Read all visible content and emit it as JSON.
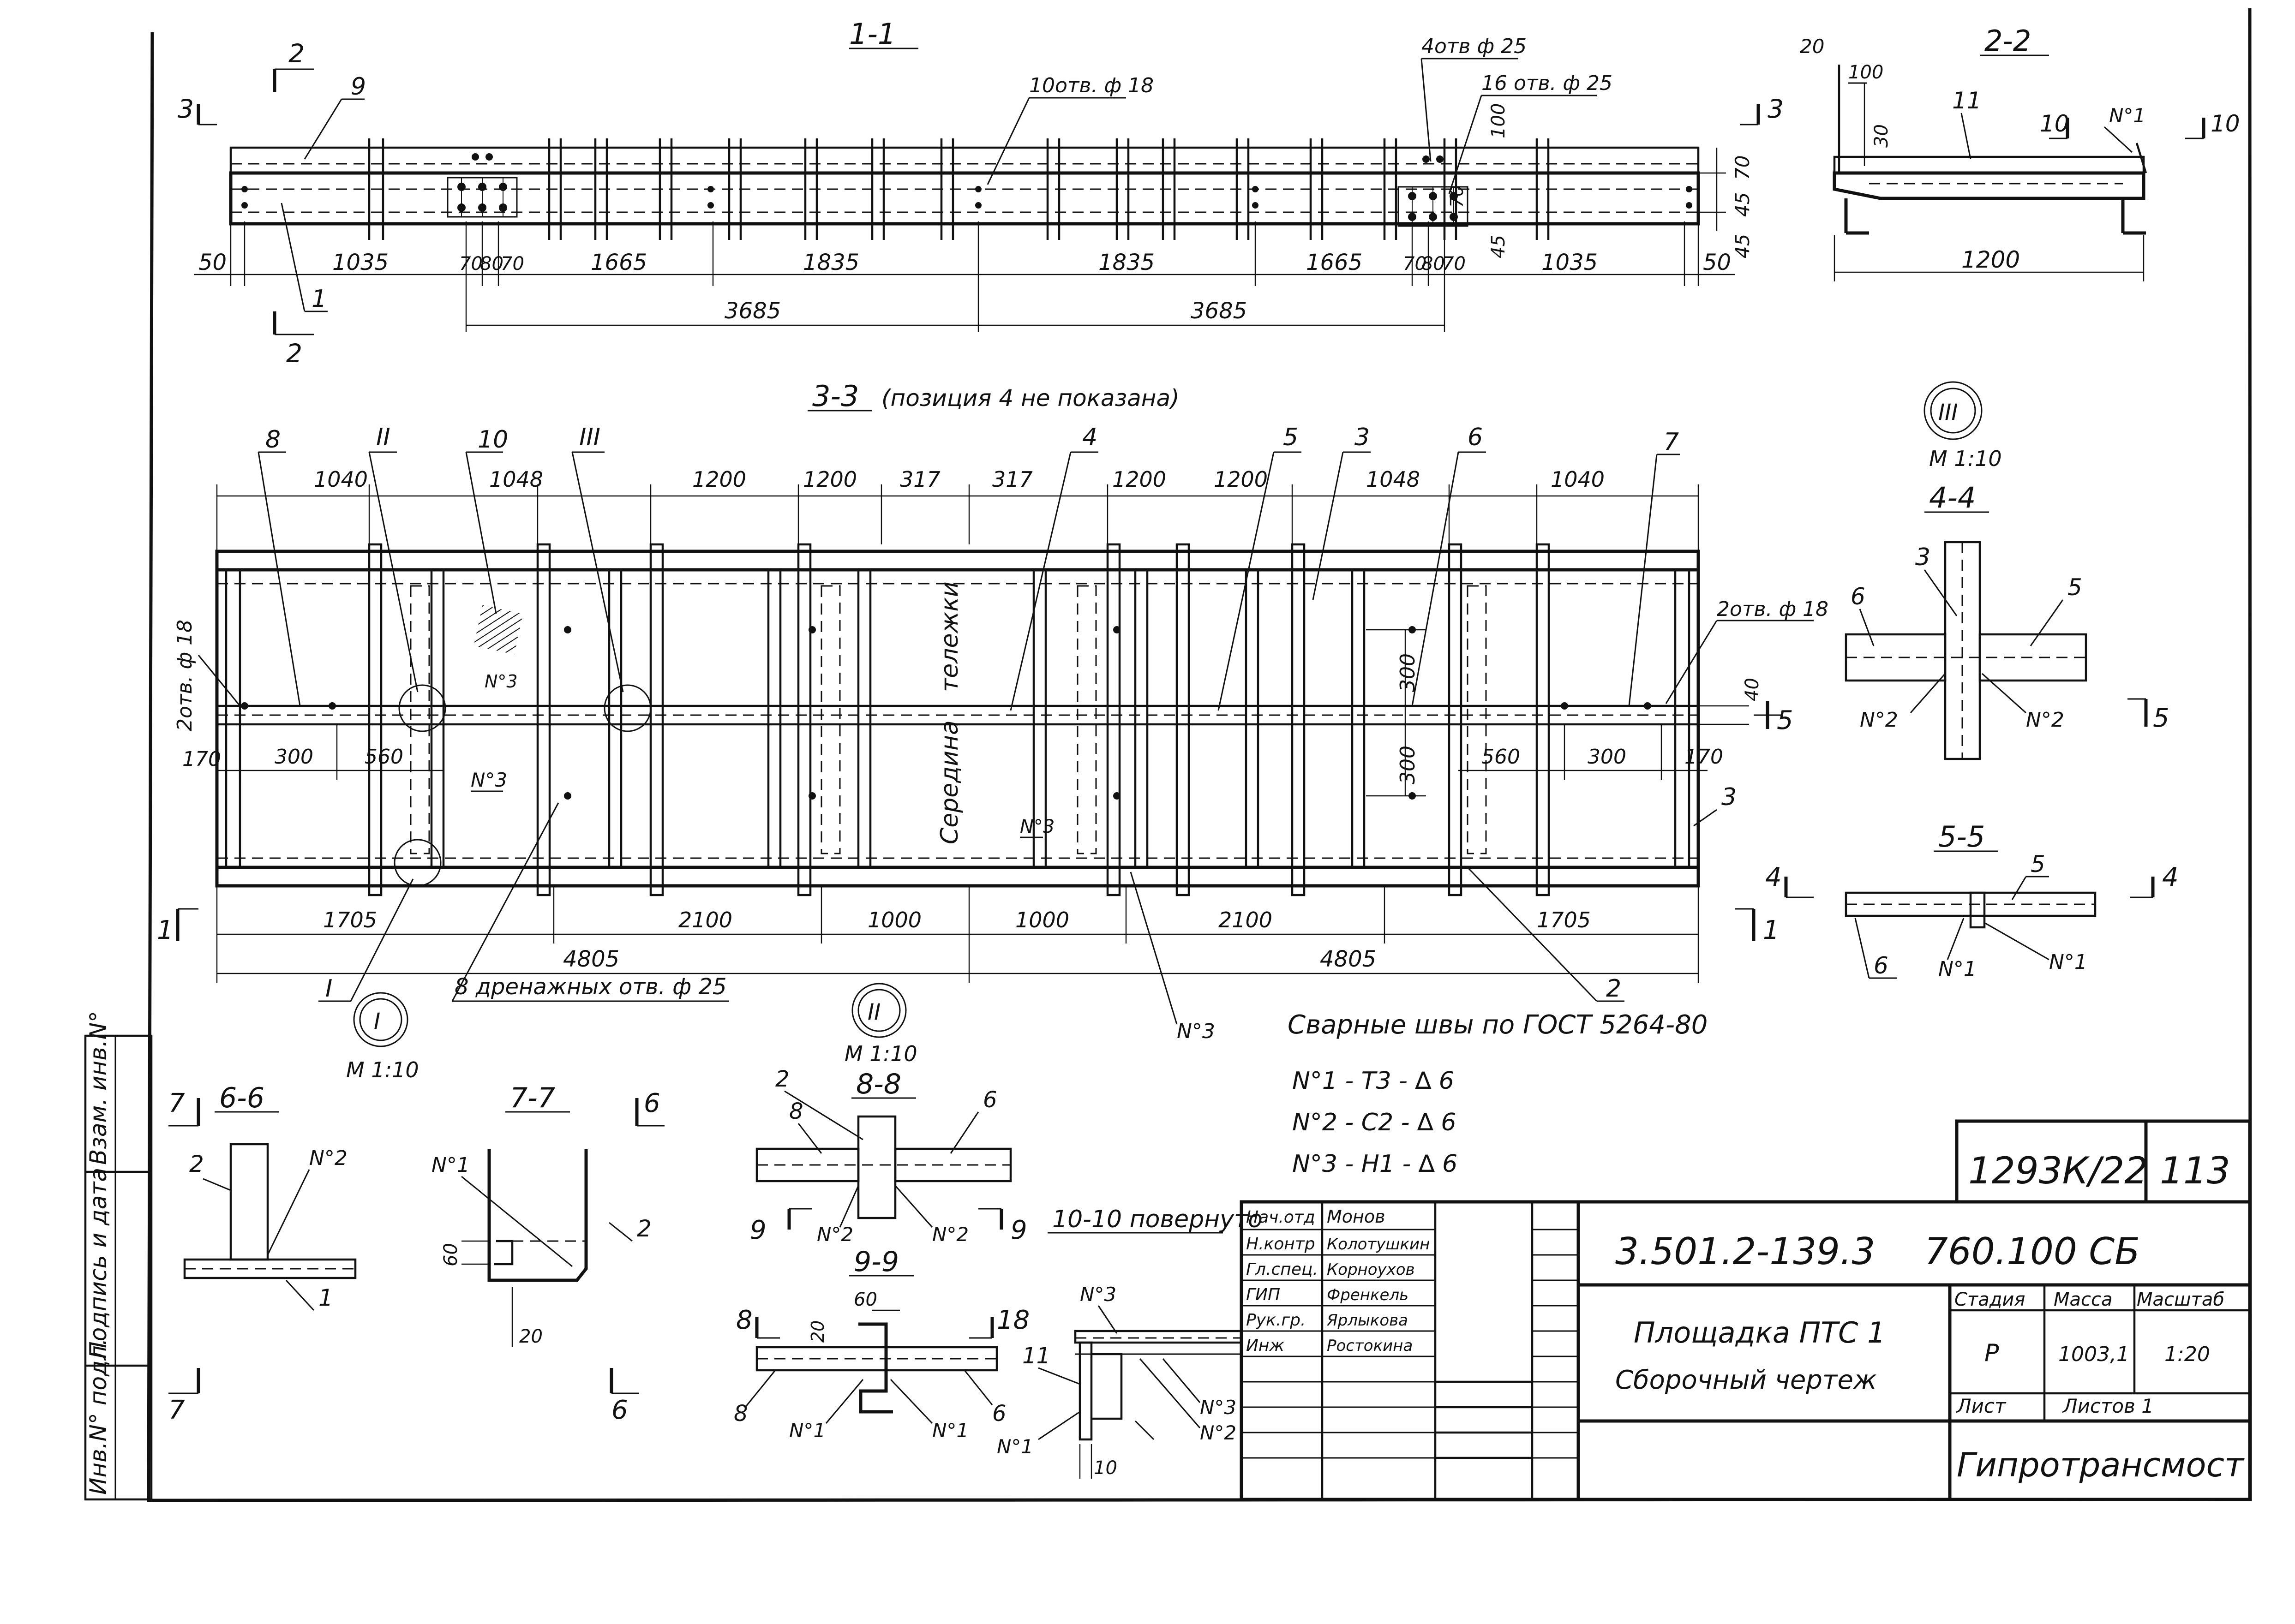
{
  "sections": {
    "s11": "1-1",
    "s22": "2-2",
    "s33": "3-3",
    "s33_note": "(позиция 4 не показана)",
    "s44": "4-4",
    "s55": "5-5",
    "s66": "6-6",
    "s77": "7-7",
    "s88": "8-8",
    "s99": "9-9",
    "s1010": "10-10 повернуто"
  },
  "cut_marks": {
    "c1": "1",
    "c2": "2",
    "c3": "3",
    "c4": "4",
    "c5": "5",
    "c6": "6",
    "c7": "7",
    "c8": "8",
    "c9": "9",
    "c10": "10",
    "c18": "18"
  },
  "positions": [
    "1",
    "2",
    "3",
    "4",
    "5",
    "6",
    "7",
    "8",
    "9",
    "10",
    "11"
  ],
  "hole_notes": {
    "h1": "10отв. ф 18",
    "h2": "4отв ф 25",
    "h3": "16 отв. ф 25",
    "h4": "2отв. ф 18",
    "h5": "2отв. ф 18",
    "h6": "8 дренажных отв. ф 25"
  },
  "view_11_dims": {
    "bottom": [
      "50",
      "1035",
      "70",
      "80",
      "70",
      "1665",
      "1835",
      "1835",
      "1665",
      "70",
      "80",
      "70",
      "1035",
      "50"
    ],
    "halves": [
      "3685",
      "3685"
    ],
    "right": [
      "70",
      "45",
      "45",
      "100",
      "70",
      "45"
    ]
  },
  "view_22_dims": {
    "width": "1200",
    "top": "20",
    "a": "100",
    "b": "30",
    "n1": "N°1"
  },
  "view_33_dims": {
    "top": [
      "1040",
      "1048",
      "1200",
      "1200",
      "317",
      "317",
      "1200",
      "1200",
      "1048",
      "1040"
    ],
    "bottom": [
      "1705",
      "2100",
      "1000",
      "1000",
      "2100",
      "1705"
    ],
    "total": [
      "4805",
      "4805"
    ],
    "left": [
      "170",
      "300",
      "560"
    ],
    "right": [
      "560",
      "300",
      "170"
    ],
    "mid": [
      "300",
      "300"
    ],
    "offset": "40",
    "vertical_text": [
      "Середина",
      "тележки"
    ]
  },
  "nodes": {
    "I": "I",
    "II": "II",
    "III": "III",
    "scale": "M 1:10"
  },
  "weld_labels": {
    "n1": "N°1",
    "n2": "N°2",
    "n3": "N°3"
  },
  "weld_title": "Сварные швы по ГОСТ 5264-80",
  "weld_list": [
    "N°1  -  Т3  -  ∆ 6",
    "N°2  -  С2  -  ∆ 6",
    "N°3  -  Н1  -  ∆ 6"
  ],
  "small_dims": {
    "d60": "60",
    "d20": "20",
    "d10": "10"
  },
  "title_block": {
    "sheet_ref": "1293К/22",
    "sheet_num": "113",
    "doc_code": "3.501.2-139.3",
    "drawing_code": "760.100 СБ",
    "title_1": "Площадка ПТС 1",
    "title_2": "Сборочный  чертеж",
    "stage_h": "Стадия",
    "mass_h": "Масса",
    "scale_h": "Масштаб",
    "stage": "Р",
    "mass": "1003,1",
    "scale": "1:20",
    "sheet_h": "Лист",
    "sheets_h": "Листов 1",
    "org": "Гипротрансмост",
    "roles": [
      {
        "role": "Нач.отд",
        "name": "Монов"
      },
      {
        "role": "Н.контр",
        "name": "Колотушкин"
      },
      {
        "role": "Гл.спец.",
        "name": "Корноухов"
      },
      {
        "role": "ГИП",
        "name": "Френкель"
      },
      {
        "role": "Рук.гр.",
        "name": "Ярлыкова"
      },
      {
        "role": "Инж",
        "name": "Ростокина"
      }
    ]
  },
  "side_stamp": [
    "Инв.N° подл.",
    "Подпись и дата",
    "Взам. инв.N°"
  ]
}
